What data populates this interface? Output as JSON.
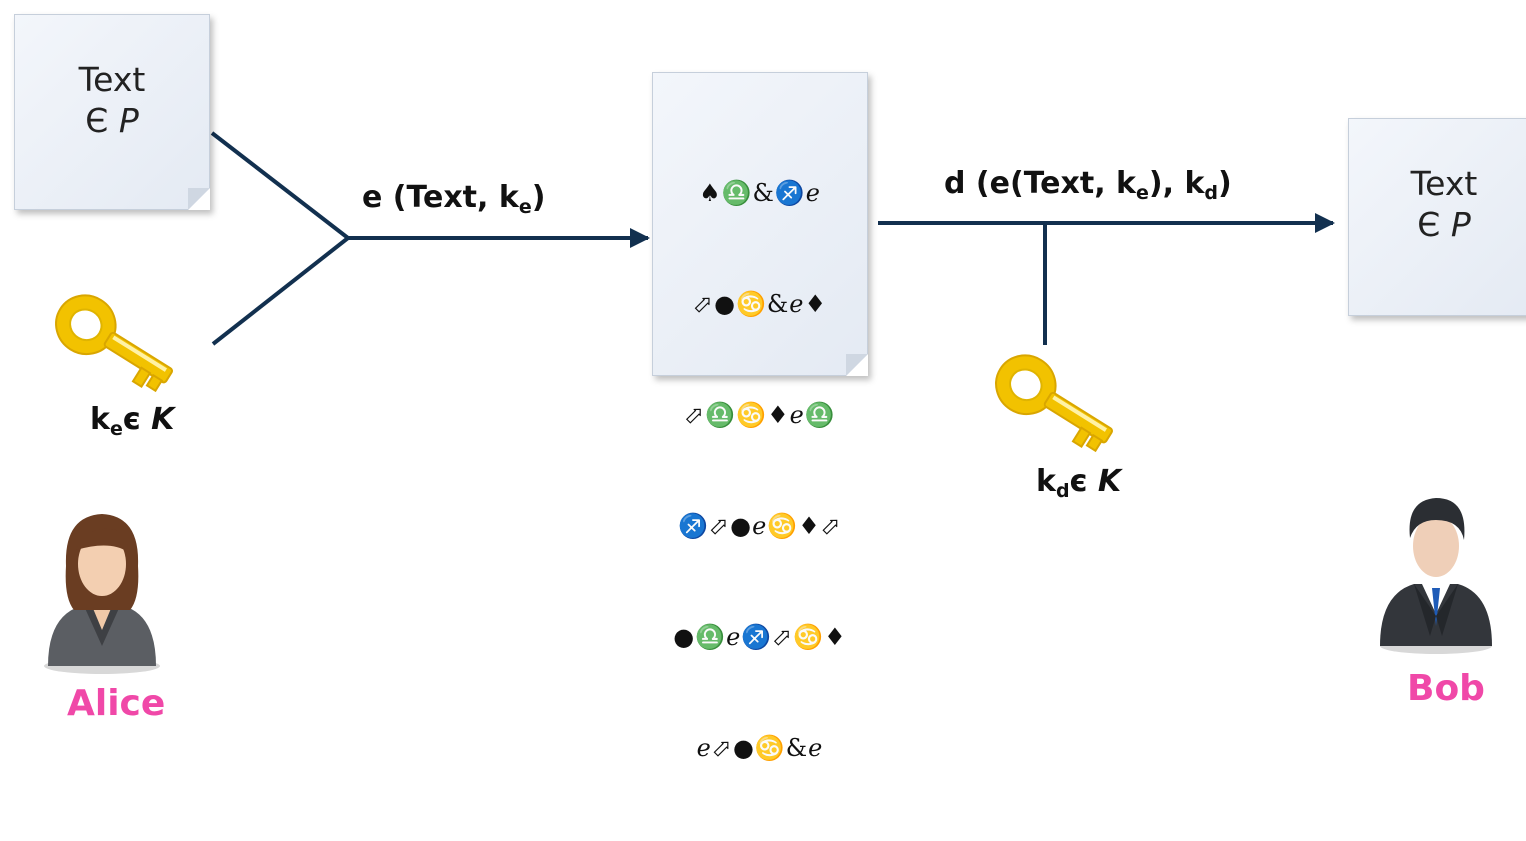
{
  "plaintext_doc": {
    "text": "Text",
    "membership": "Є",
    "set": "P"
  },
  "ciphertext_doc": {
    "lines": [
      "♠♎&♐ℯ",
      "⬀●♋&ℯ♦",
      "⬀♎♋♦ℯ♎",
      "♐⬀●ℯ♋♦⬀",
      "●♎ℯ♐⬀♋♦",
      "ℯ⬀●♋&ℯ"
    ]
  },
  "received_doc": {
    "text": "Text",
    "membership": "Є",
    "set": "P"
  },
  "encrypt_label": {
    "prefix": "e (Text, k",
    "sub": "e",
    "suffix": ")"
  },
  "decrypt_label": {
    "prefix": "d (e(Text, k",
    "sub1": "e",
    "middle": "), k",
    "sub2": "d",
    "suffix": ")"
  },
  "encrypt_key_label": {
    "k": "k",
    "sub": "e",
    "membership": "є",
    "set": "K"
  },
  "decrypt_key_label": {
    "k": "k",
    "sub": "d",
    "membership": "є",
    "set": "K"
  },
  "sender": {
    "name": "Alice"
  },
  "receiver": {
    "name": "Bob"
  },
  "colors": {
    "arrow": "#12304f",
    "name": "#f048a8",
    "key_gold": "#f2c200"
  }
}
